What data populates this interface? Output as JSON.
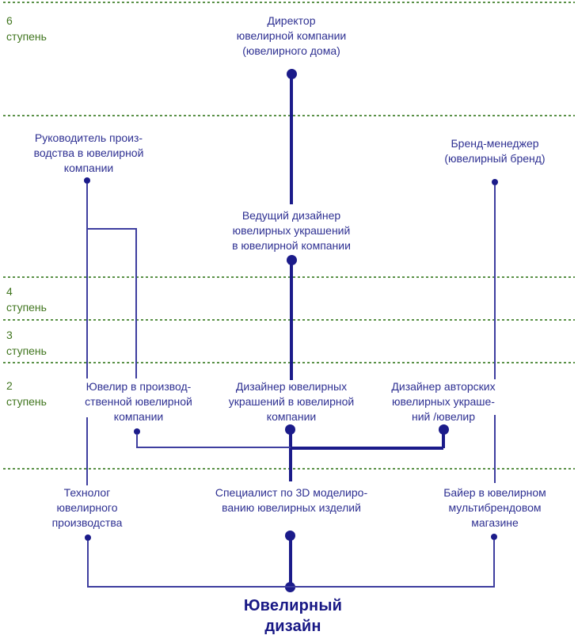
{
  "colors": {
    "text_blue": "#2e3092",
    "line_thick": "#1b1b8a",
    "line_thin": "#3e3e9f",
    "dot": "#1b1b8a",
    "green_label": "#41761f",
    "green_dash": "#5a9147",
    "title_navy": "#181885",
    "background": "#ffffff"
  },
  "steps": [
    {
      "num": "6",
      "word": "ступень"
    },
    {
      "num": "4",
      "word": "ступень"
    },
    {
      "num": "3",
      "word": "ступень"
    },
    {
      "num": "2",
      "word": "ступень"
    }
  ],
  "nodes": {
    "director": {
      "lines": [
        "Директор",
        "ювелирной компании",
        "(ювелирного дома)"
      ]
    },
    "head_production": {
      "lines": [
        "Руководитель произ-",
        "водства в ювелирной",
        "компании"
      ]
    },
    "brand_manager": {
      "lines": [
        "Бренд-менеджер",
        "(ювелирный бренд)"
      ]
    },
    "lead_designer": {
      "lines": [
        "Ведущий дизайнер",
        "ювелирных украшений",
        "в ювелирной компании"
      ]
    },
    "jeweler_production": {
      "lines": [
        "Ювелир в производ-",
        "ственной ювелирной",
        "компании"
      ]
    },
    "designer_company": {
      "lines": [
        "Дизайнер ювелирных",
        "украшений в ювелирной",
        "компании"
      ]
    },
    "designer_author": {
      "lines": [
        "Дизайнер авторских",
        "ювелирных украше-",
        "ний /ювелир"
      ]
    },
    "technologist": {
      "lines": [
        "Технолог",
        "ювелирного",
        "производства"
      ]
    },
    "specialist_3d": {
      "lines": [
        "Специалист по 3D моделиро-",
        "ванию ювелирных изделий"
      ]
    },
    "buyer": {
      "lines": [
        "Байер в ювелирном",
        "мультибрендовом",
        "магазине"
      ]
    }
  },
  "title": {
    "lines": [
      "Ювелирный",
      "дизайн"
    ]
  }
}
